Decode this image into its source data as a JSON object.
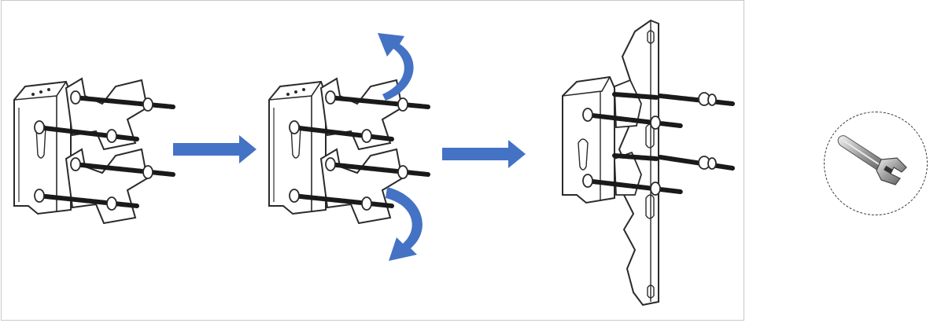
{
  "diagram": {
    "steps": [
      {
        "id": "step-1"
      },
      {
        "id": "step-2"
      },
      {
        "id": "step-3"
      }
    ],
    "flow_arrows": 2,
    "rotation_arrows": 2,
    "tool_icon": "wrench-icon"
  },
  "colors": {
    "arrow": "#4472c4",
    "line": "#2b2b2b",
    "bolt": "#1a1a1a",
    "frame": "#c8c8c8"
  }
}
